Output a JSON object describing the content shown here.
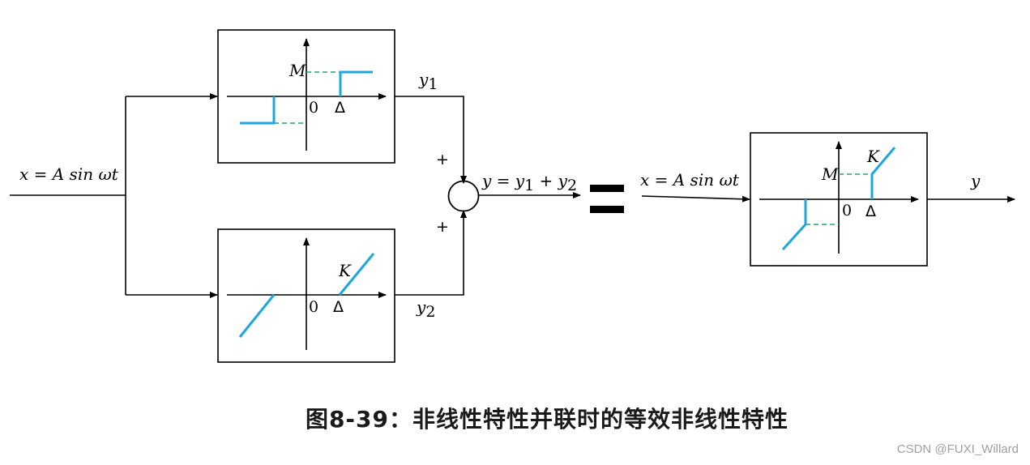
{
  "colors": {
    "curve": "#1ea7dc",
    "dashed": "#2aa36b",
    "line": "#000000"
  },
  "input_label": "x = A sin ωt",
  "top_block": {
    "level": "M",
    "origin": "0",
    "threshold": "Δ",
    "output": "y",
    "output_sub": "1"
  },
  "bottom_block": {
    "slope": "K",
    "origin": "0",
    "threshold": "Δ",
    "output": "y",
    "output_sub": "2"
  },
  "summing": {
    "plus_top": "+",
    "plus_bottom": "+",
    "output_y": "y = y",
    "sub1": "1",
    "plus": " + y",
    "sub2": "2"
  },
  "equals": "=",
  "equivalent": {
    "input_label": "x = A sin ωt",
    "level": "M",
    "slope": "K",
    "origin": "0",
    "threshold": "Δ",
    "output": "y"
  },
  "caption": "图8-39：非线性特性并联时的等效非线性特性",
  "watermark": "CSDN @FUXI_Willard"
}
